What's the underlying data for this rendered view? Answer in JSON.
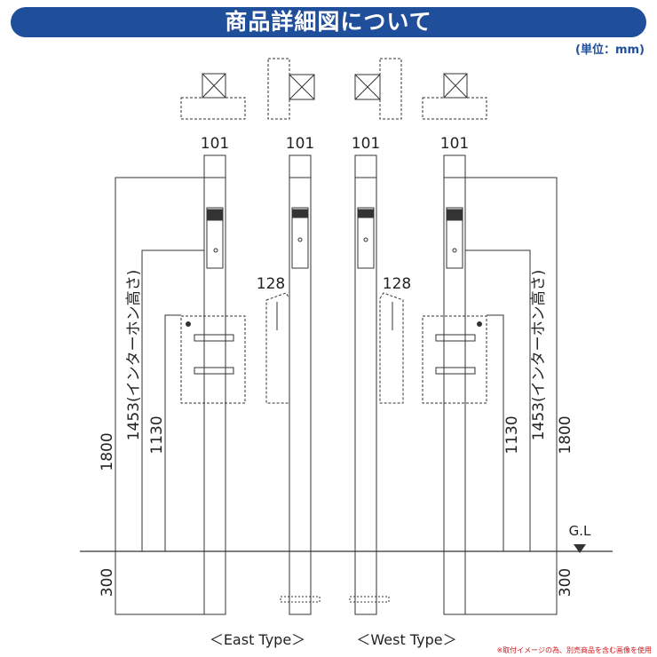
{
  "header": {
    "title": "商品詳細図について",
    "unit": "(単位：mm)"
  },
  "dimensions": {
    "width_top": "101",
    "box_depth": "128",
    "total_height": "1800",
    "intercom_height": "1453(インターホン高さ)",
    "post_height": "1130",
    "buried_depth": "300",
    "ground_level": "G.L"
  },
  "types": {
    "east": "＜East Type＞",
    "west": "＜West Type＞"
  },
  "footnote": "※取付イメージの為、別売商品を含む画像を使用",
  "colors": {
    "banner": "#1f4e9a",
    "note": "#d0161b",
    "line": "#333333"
  }
}
